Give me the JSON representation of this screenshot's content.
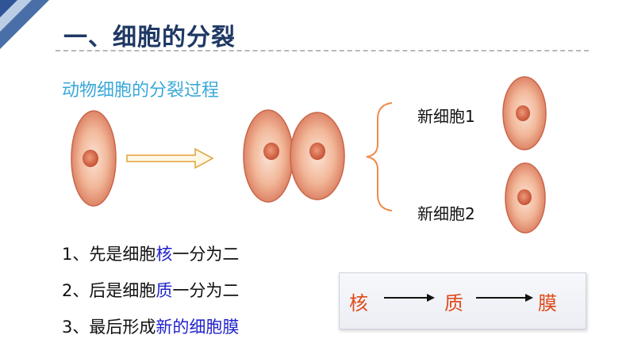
{
  "title": "一、细胞的分裂",
  "subtitle": "动物细胞的分裂过程",
  "cells": {
    "new_cell_1": "新细胞1",
    "new_cell_2": "新细胞2"
  },
  "steps": [
    {
      "num": "1、",
      "before": "先是细胞",
      "highlight": "核",
      "after": "一分为二"
    },
    {
      "num": "2、",
      "before": "后是细胞",
      "highlight": "质",
      "after": "一分为二"
    },
    {
      "num": "3、",
      "before": "最后形成",
      "highlight": "新的细胞膜",
      "after": ""
    }
  ],
  "flow": [
    "核",
    "质",
    "膜"
  ],
  "colors": {
    "title": "#1f3864",
    "subtitle": "#3aa8d8",
    "highlight": "#2222cc",
    "flow_text": "#e04a1a",
    "cell_fill": "#e9a27e",
    "cell_edge": "#c9664a",
    "nucleus": "#cf5a3a"
  }
}
